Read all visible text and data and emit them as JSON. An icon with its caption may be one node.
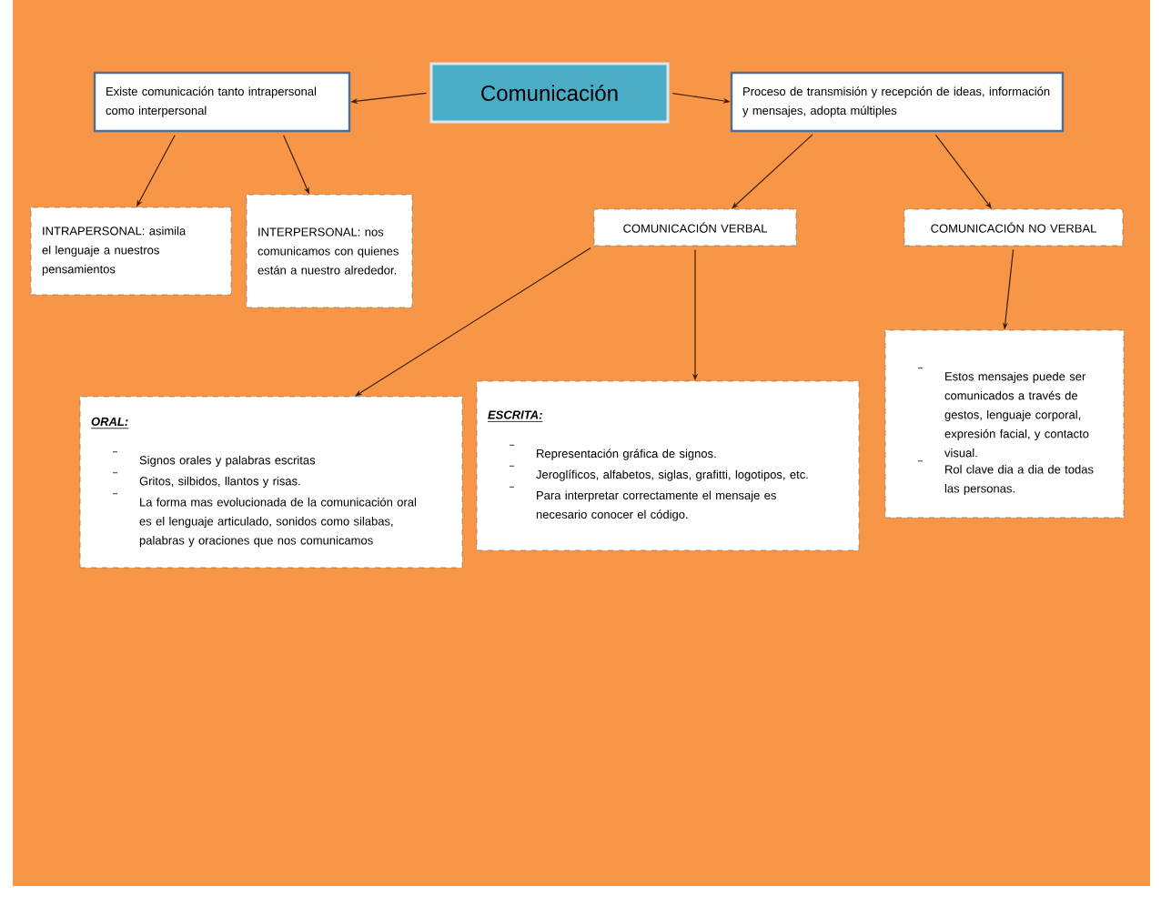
{
  "diagram": {
    "nodes": [
      {
        "text": [
          "Comunicación"
        ]
      },
      {
        "text": [
          "Existe comunicación tanto intrapersonal como interpersonal"
        ]
      },
      {
        "text": [
          "Proceso de transmisión y recepción de ideas, información y mensajes, adopta múltiples"
        ]
      },
      {
        "text": [
          "INTRAPERSONAL: asimila el lenguaje a nuestros pensamientos"
        ]
      },
      {
        "text": [
          "INTERPERSONAL: nos comunicamos con quienes están a nuestro alrededor."
        ]
      },
      {
        "text": [
          "COMUNICACIÓN VERBAL"
        ]
      },
      {
        "text": [
          "COMUNICACIÓN NO VERBAL"
        ]
      },
      {
        "text": [
          "ORAL:",
          "Signos orales y palabras escritas",
          "Gritos, silbidos, llantos y risas.",
          "La forma mas evolucionada de la comunicación oral es el lenguaje articulado, sonidos como silabas, palabras y oraciones que nos comunicamos"
        ]
      },
      {
        "text": [
          "ESCRITA:",
          "Representación gráfica de signos.",
          "Jeroglíficos, alfabetos, siglas, grafitti, logotipos, etc.",
          "Para interpretar correctamente el mensaje es necesario conocer el código."
        ]
      },
      {
        "text": [
          "Estos mensajes puede ser comunicados a través de gestos, lenguaje corporal, expresión facial, y contacto visual.",
          "Rol clave dia a dia de todas las personas."
        ]
      }
    ],
    "edges": [
      {
        "from": 0,
        "to": 1,
        "arrow": "to"
      },
      {
        "from": 0,
        "to": 2,
        "arrow": "to"
      },
      {
        "from": 1,
        "to": 3,
        "arrow": "to"
      },
      {
        "from": 1,
        "to": 4,
        "arrow": "to"
      },
      {
        "from": 2,
        "to": 5,
        "arrow": "to"
      },
      {
        "from": 2,
        "to": 6,
        "arrow": "to"
      },
      {
        "from": 5,
        "to": 7,
        "arrow": "to"
      },
      {
        "from": 5,
        "to": 8,
        "arrow": "to"
      },
      {
        "from": 6,
        "to": 9,
        "arrow": "to"
      }
    ]
  }
}
